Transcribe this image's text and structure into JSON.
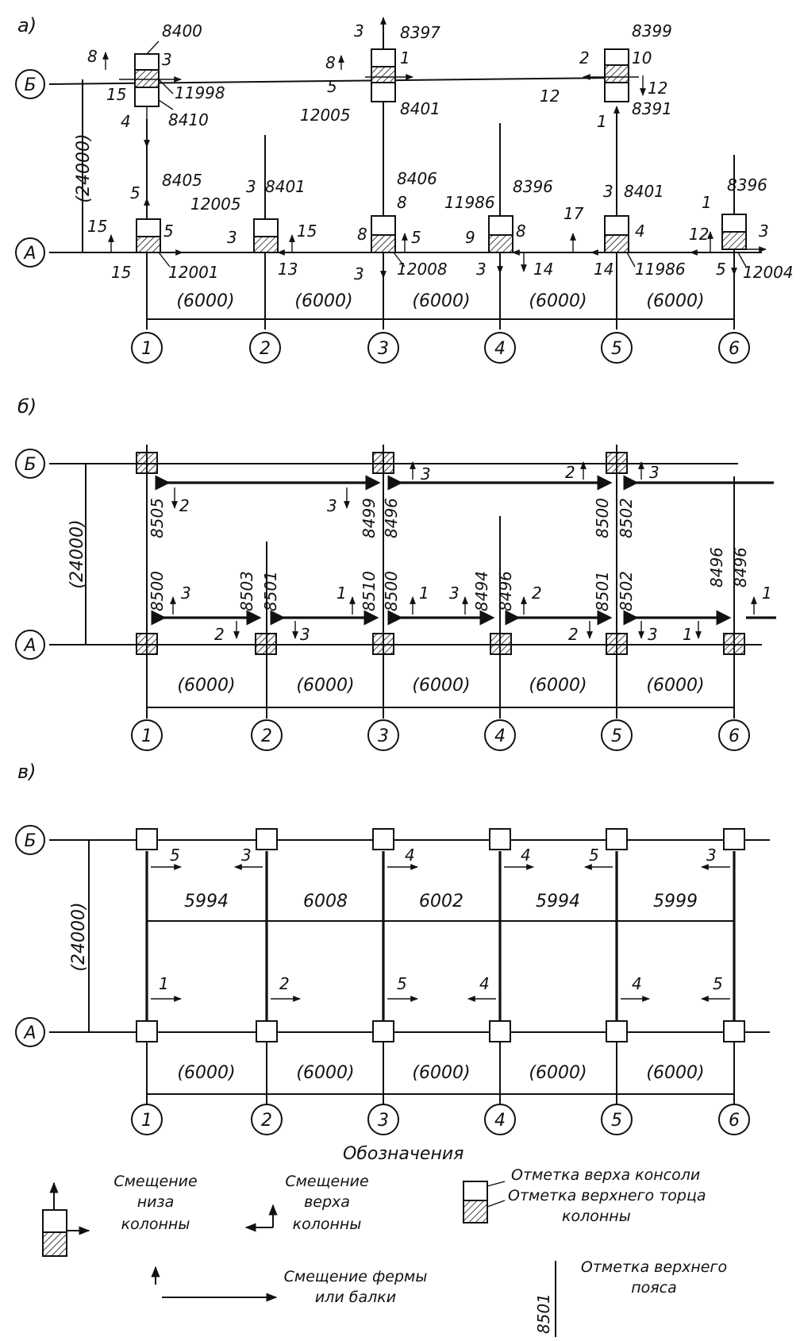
{
  "section_labels": {
    "a": "а)",
    "b": "б)",
    "v": "в)"
  },
  "axes": {
    "rows": [
      "Б",
      "А"
    ],
    "cols": [
      "1",
      "2",
      "3",
      "4",
      "5",
      "6"
    ],
    "span_label": "(6000)",
    "bay_label": "(24000)"
  },
  "a_labels": [
    "8400",
    "3",
    "11998",
    "8410",
    "8",
    "15",
    "4",
    "3",
    "8397",
    "1",
    "8",
    "5",
    "12005",
    "8401",
    "8399",
    "2",
    "10",
    "12",
    "12",
    "8391",
    "1",
    "8405",
    "5",
    "5",
    "15",
    "15",
    "12001",
    "3",
    "8401",
    "12005",
    "3",
    "15",
    "13",
    "8406",
    "8",
    "8",
    "5",
    "3",
    "12008",
    "8396",
    "11986",
    "9",
    "8",
    "3",
    "14",
    "17",
    "3",
    "8401",
    "4",
    "14",
    "11986",
    "1",
    "12",
    "8396",
    "3",
    "5",
    "12004"
  ],
  "b_labels": [
    "8505",
    "2",
    "3",
    "3",
    "8499",
    "8496",
    "2",
    "3",
    "8500",
    "8502",
    "8500",
    "3",
    "2",
    "8503",
    "8501",
    "3",
    "1",
    "8510",
    "8500",
    "1",
    "3",
    "8494",
    "8496",
    "2",
    "2",
    "8501",
    "8502",
    "3",
    "1",
    "8496",
    "8496",
    "1"
  ],
  "v_labels": {
    "top": [
      "5",
      "3",
      "4",
      "4",
      "5",
      "3"
    ],
    "bottom": [
      "1",
      "2",
      "5",
      "4",
      "4",
      "5"
    ],
    "spans": [
      "5994",
      "6008",
      "6002",
      "5994",
      "5999"
    ]
  },
  "legend": {
    "title": "Обозначения",
    "col_bottom": [
      "Смещение",
      "низа",
      "колонны"
    ],
    "col_top": [
      "Смещение",
      "верха",
      "колонны"
    ],
    "console": "Отметка верха консоли",
    "column_end": [
      "Отметка верхнего торца",
      "колонны"
    ],
    "truss": [
      "Смещение фермы",
      "или балки"
    ],
    "chord": [
      "Отметка верхнего",
      "пояса"
    ],
    "chord_sample": "8501"
  }
}
